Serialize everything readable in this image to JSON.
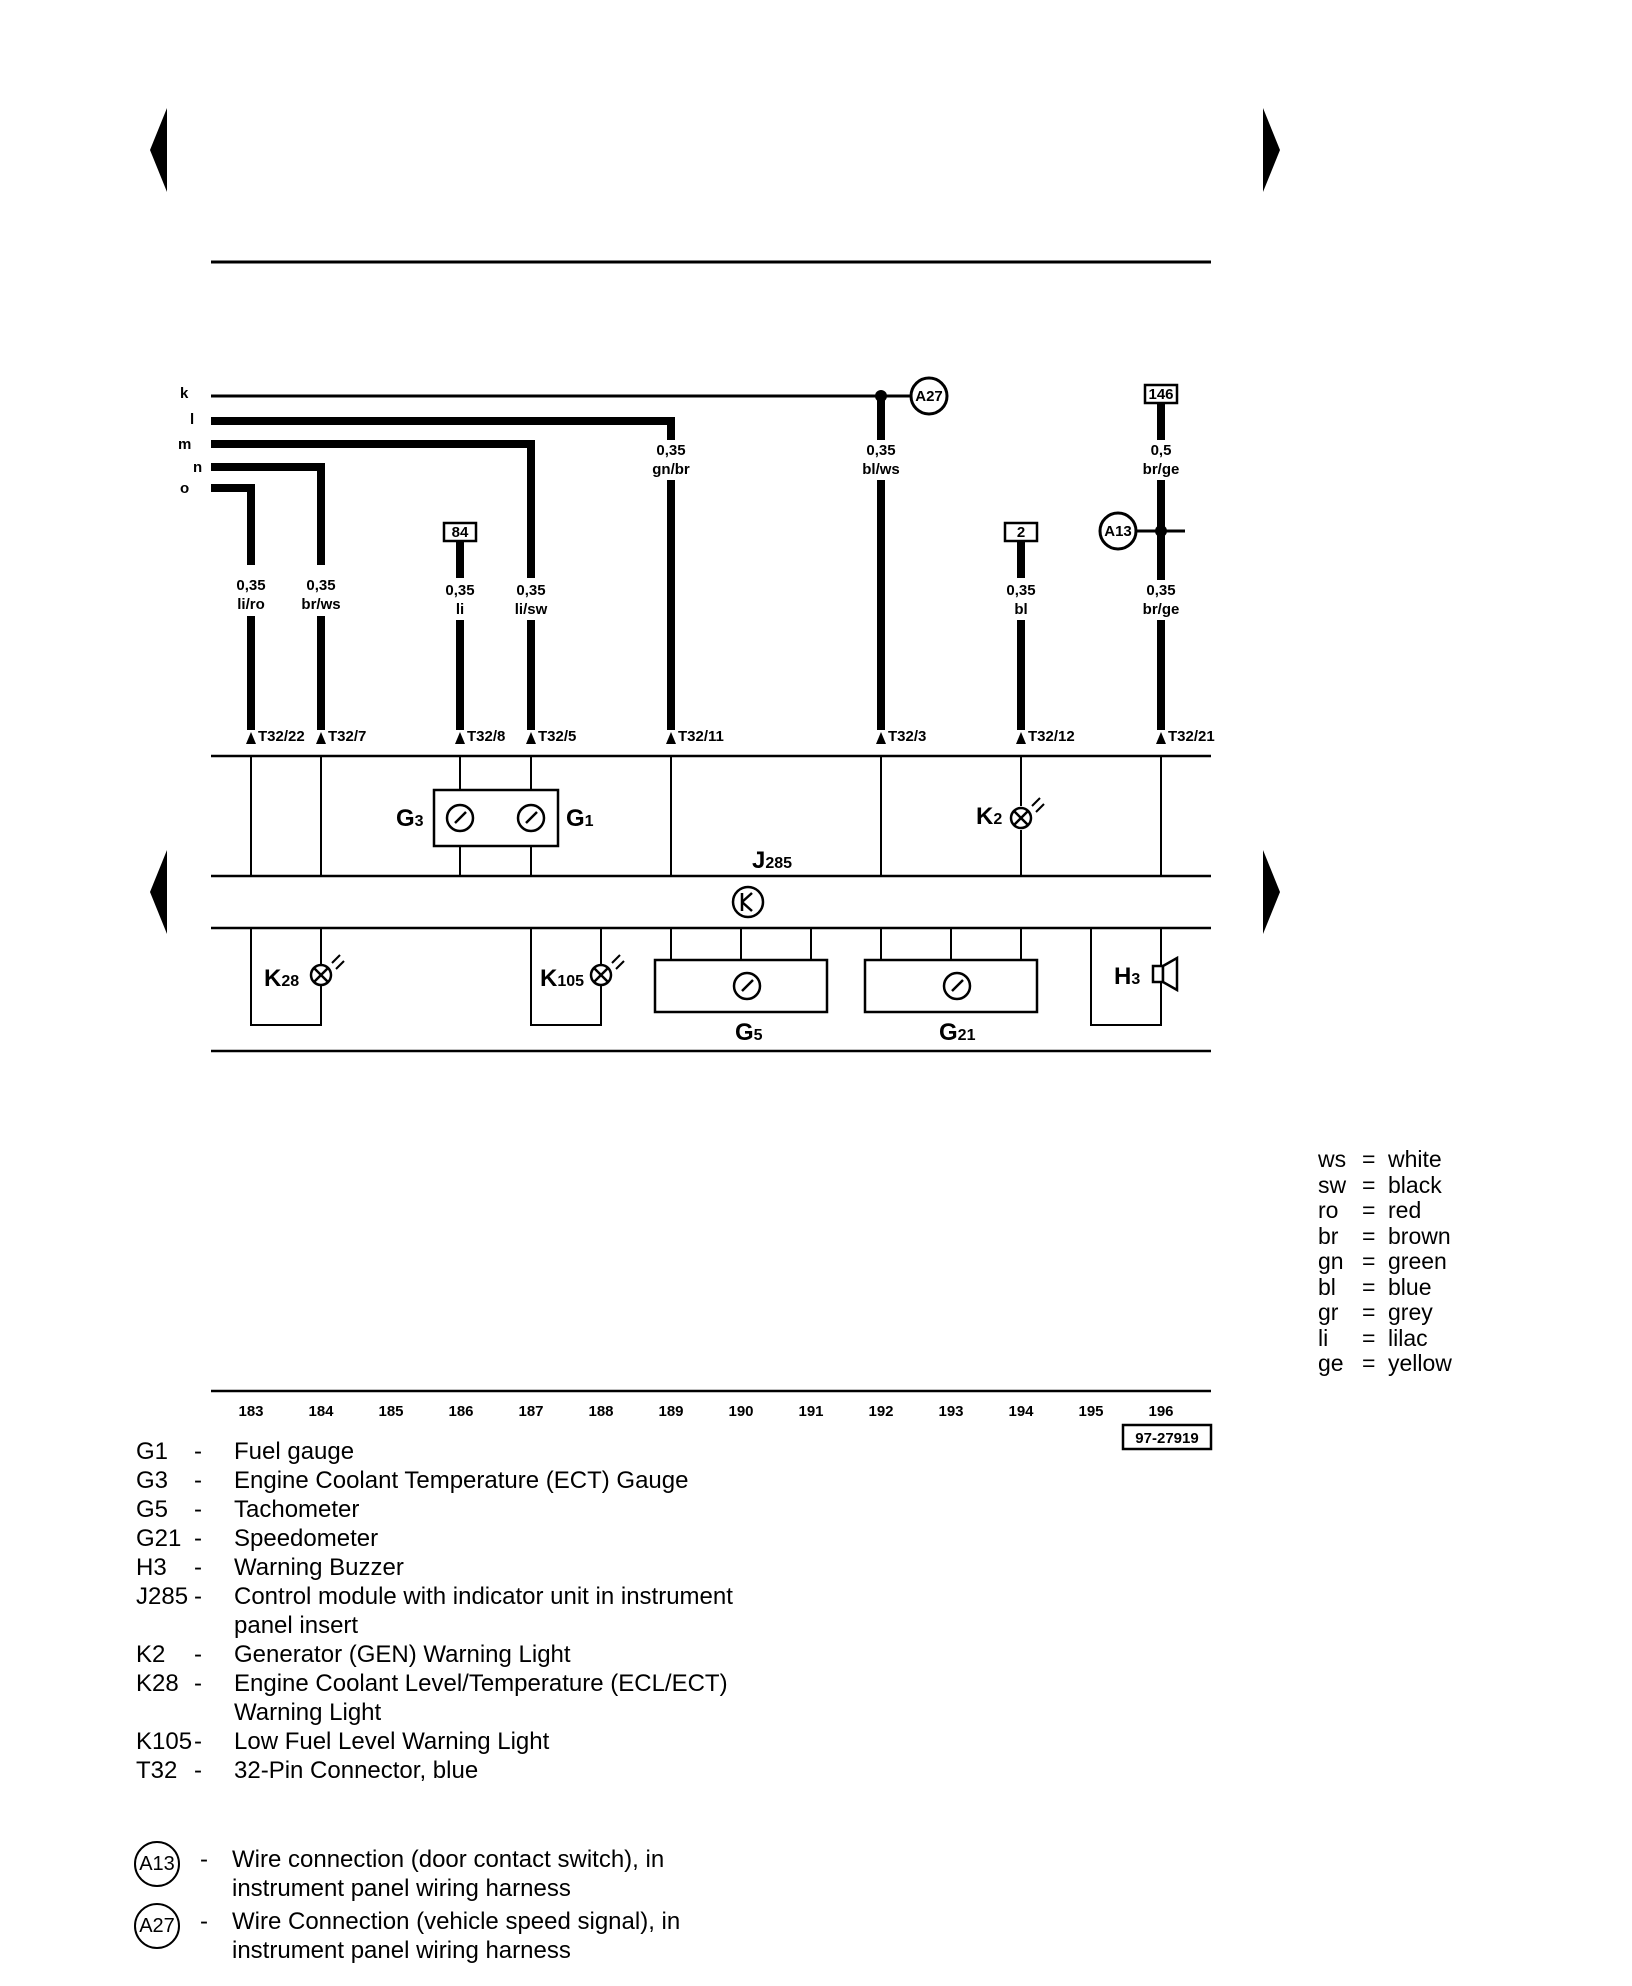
{
  "bus_labels": [
    "k",
    "l",
    "m",
    "n",
    "o"
  ],
  "wires": [
    {
      "gauge": "0,35",
      "color": "li/ro",
      "pin": "T32/22"
    },
    {
      "gauge": "0,35",
      "color": "br/ws",
      "pin": "T32/7"
    },
    {
      "gauge": "0,35",
      "color": "li",
      "pin": "T32/8",
      "terminal": "84"
    },
    {
      "gauge": "0,35",
      "color": "li/sw",
      "pin": "T32/5"
    },
    {
      "gauge": "0,35",
      "color": "gn/br",
      "pin": "T32/11"
    },
    {
      "gauge": "0,35",
      "color": "bl/ws",
      "pin": "T32/3"
    },
    {
      "gauge": "0,35",
      "color": "bl",
      "pin": "T32/12",
      "terminal": "2"
    },
    {
      "gauge": "0,35",
      "color": "br/ge",
      "pin": "T32/21"
    }
  ],
  "top_wire": {
    "gauge": "0,5",
    "color": "br/ge",
    "terminal": "146"
  },
  "connectors": {
    "a27": "A27",
    "a13": "A13"
  },
  "components": {
    "g3": {
      "letter": "G",
      "sub": "3"
    },
    "g1": {
      "letter": "G",
      "sub": "1"
    },
    "k2": {
      "letter": "K",
      "sub": "2"
    },
    "j285": {
      "letter": "J",
      "sub": "285"
    },
    "k28": {
      "letter": "K",
      "sub": "28"
    },
    "k105": {
      "letter": "K",
      "sub": "105"
    },
    "g5": {
      "letter": "G",
      "sub": "5"
    },
    "g21": {
      "letter": "G",
      "sub": "21"
    },
    "h3": {
      "letter": "H",
      "sub": "3"
    }
  },
  "columns": [
    "183",
    "184",
    "185",
    "186",
    "187",
    "188",
    "189",
    "190",
    "191",
    "192",
    "193",
    "194",
    "195",
    "196"
  ],
  "figure_id": "97-27919",
  "color_key": [
    {
      "abbr": "ws",
      "name": "white"
    },
    {
      "abbr": "sw",
      "name": "black"
    },
    {
      "abbr": "ro",
      "name": "red"
    },
    {
      "abbr": "br",
      "name": "brown"
    },
    {
      "abbr": "gn",
      "name": "green"
    },
    {
      "abbr": "bl",
      "name": "blue"
    },
    {
      "abbr": "gr",
      "name": "grey"
    },
    {
      "abbr": "li",
      "name": "lilac"
    },
    {
      "abbr": "ge",
      "name": "yellow"
    }
  ],
  "legend": [
    {
      "code": "G1",
      "dash": "-",
      "desc": "Fuel gauge"
    },
    {
      "code": "G3",
      "dash": "-",
      "desc": "Engine Coolant Temperature (ECT) Gauge"
    },
    {
      "code": "G5",
      "dash": "-",
      "desc": "Tachometer"
    },
    {
      "code": "G21",
      "dash": "-",
      "desc": "Speedometer"
    },
    {
      "code": "H3",
      "dash": "-",
      "desc": "Warning Buzzer"
    },
    {
      "code": "J285",
      "dash": "-",
      "desc": "Control module with indicator unit in instrument panel insert"
    },
    {
      "code": "K2",
      "dash": "-",
      "desc": "Generator (GEN) Warning Light"
    },
    {
      "code": "K28",
      "dash": "-",
      "desc": "Engine Coolant Level/Temperature (ECL/ECT) Warning Light"
    },
    {
      "code": "K105",
      "dash": "-",
      "desc": "Low Fuel Level Warning Light"
    },
    {
      "code": "T32",
      "dash": "-",
      "desc": "32-Pin Connector, blue"
    }
  ],
  "connection_legend": [
    {
      "code": "A13",
      "dash": "-",
      "desc": "Wire connection (door contact switch), in instrument panel wiring harness"
    },
    {
      "code": "A27",
      "dash": "-",
      "desc": "Wire Connection (vehicle speed signal), in instrument panel wiring harness"
    }
  ]
}
